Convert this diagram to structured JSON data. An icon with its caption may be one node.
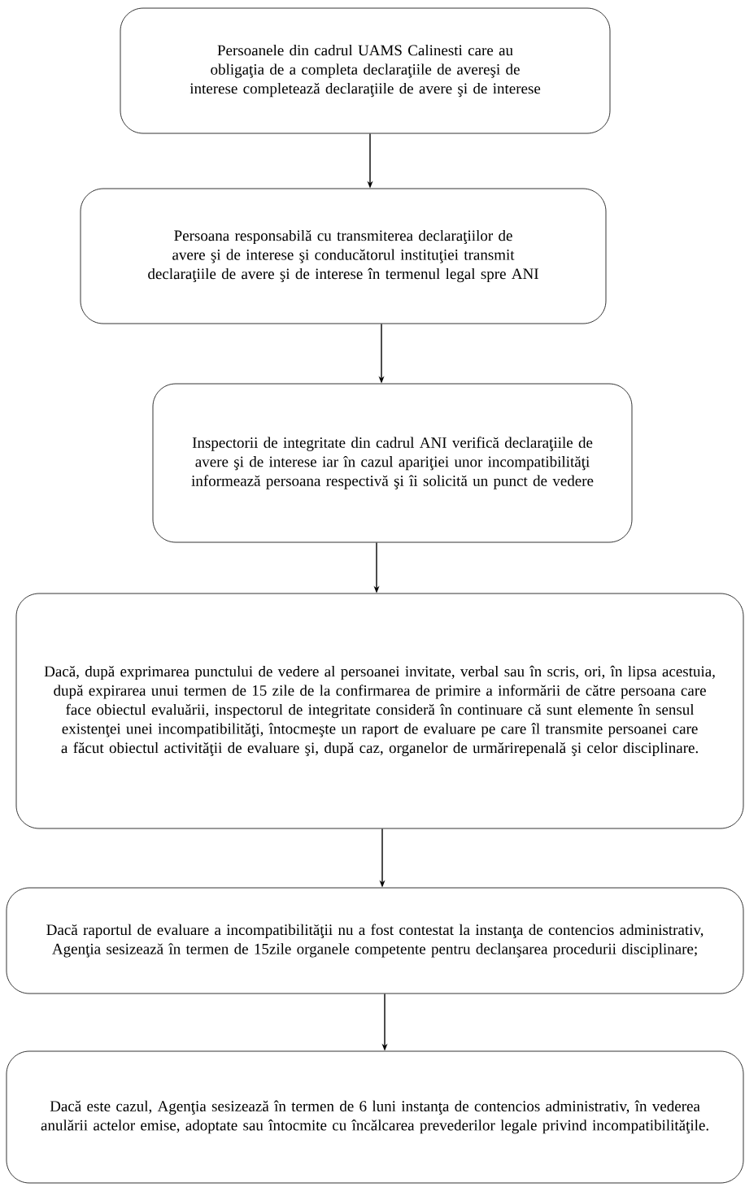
{
  "diagram": {
    "nodes": [
      {
        "text": [
          "Persoanele din cadrul UAMS Calinesti care au obligaţia de a completa declaraţiile de avereşi de interese completează declaraţiile de avere şi de interese"
        ]
      },
      {
        "text": [
          "Persoana responsabilă cu transmiterea declaraţiilor de avere şi de interese şi conducătorul instituţiei transmit declaraţiile de avere şi de interese în termenul legal spre ANI"
        ]
      },
      {
        "text": [
          "Inspectorii de integritate din cadrul ANI verifică declaraţiile de avere şi de interese iar în cazul apariţiei unor incompatibilităţi informează persoana respectivă şi îi solicită un punct de vedere"
        ]
      },
      {
        "text": [
          "Dacă, după exprimarea punctului de vedere al persoanei invitate, verbal sau în scris, ori, în lipsa acestuia, după expirarea unui termen de 15 zile de la confirmarea de primire a informării de către persoana care face obiectul evaluării, inspectorul de integritate consideră în continuare că sunt elemente în sensul existenţei unei incompatibilităţi, întocmeşte un raport de evaluare pe care îl transmite persoanei care a făcut obiectul activităţii de evaluare şi, după caz, organelor de urmărirepenală şi celor disciplinare."
        ]
      },
      {
        "text": [
          "Dacă raportul de evaluare a incompatibilităţii nu a fost contestat la instanţa de contencios administrativ, Agenţia sesizează în termen de 15zile organele competente pentru declanşarea procedurii disciplinare;"
        ]
      },
      {
        "text": [
          "Dacă este cazul, Agenţia sesizează în termen de 6 luni instanţa de contencios administrativ, în vederea anulării actelor emise, adoptate sau întocmite cu încălcarea prevederilor legale privind incompatibilităţile."
        ]
      }
    ],
    "edges": [
      {
        "from": 0,
        "to": 1,
        "arrow": "to"
      },
      {
        "from": 1,
        "to": 2,
        "arrow": "to"
      },
      {
        "from": 2,
        "to": 3,
        "arrow": "to"
      },
      {
        "from": 3,
        "to": 4,
        "arrow": "to"
      },
      {
        "from": 4,
        "to": 5,
        "arrow": "to"
      }
    ]
  }
}
